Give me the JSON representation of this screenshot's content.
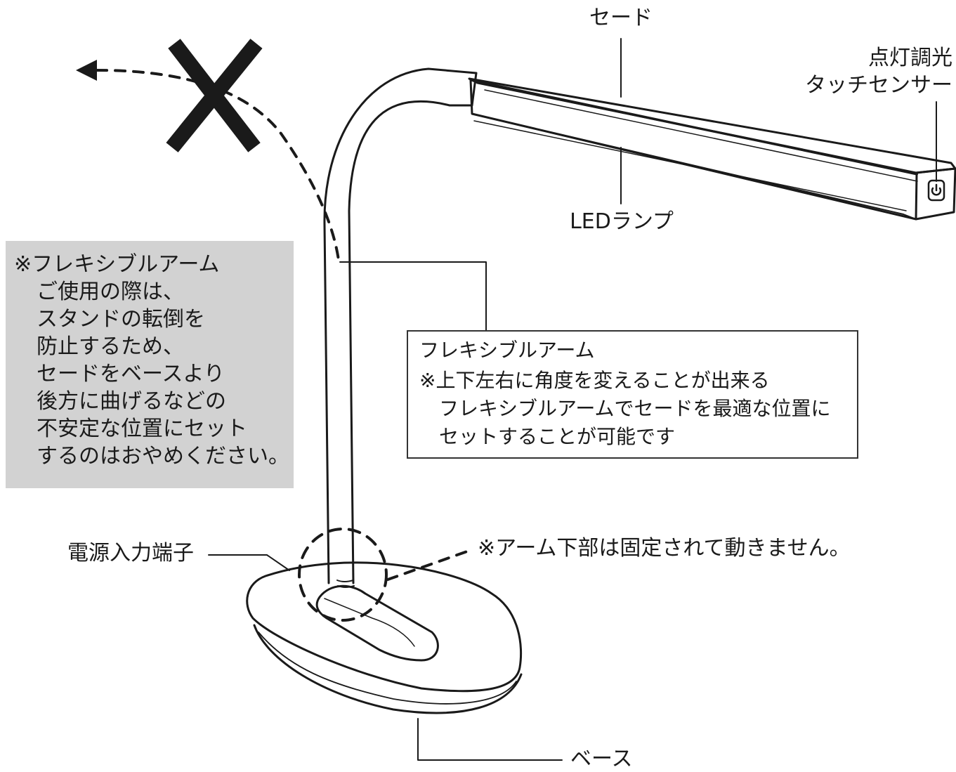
{
  "labels": {
    "shade": "セード",
    "touch_sensor_line1": "点灯調光",
    "touch_sensor_line2": "タッチセンサー",
    "led_lamp": "LEDランプ",
    "power_terminal": "電源入力端子",
    "arm_fixed_note": "※アーム下部は固定されて動きません。",
    "base": "ベース"
  },
  "warning_box": {
    "lines": [
      "※フレキシブルアーム",
      "ご使用の際は、",
      "スタンドの転倒を",
      "防止するため、",
      "セードをベースより",
      "後方に曲げるなどの",
      "不安定な位置にセット",
      "するのはおやめください。"
    ]
  },
  "info_box": {
    "title": "フレキシブルアーム",
    "lines": [
      "※上下左右に角度を変えることが出来る",
      "フレキシブルアームでセードを最適な位置に",
      "セットすることが可能です"
    ]
  },
  "icons": {
    "prohibited": "x-mark-icon",
    "direction": "arrow-left-icon",
    "touch": "power-icon"
  },
  "colors": {
    "ink": "#1a1a1a",
    "warning_bg": "#d2d2d2",
    "background": "#ffffff"
  }
}
